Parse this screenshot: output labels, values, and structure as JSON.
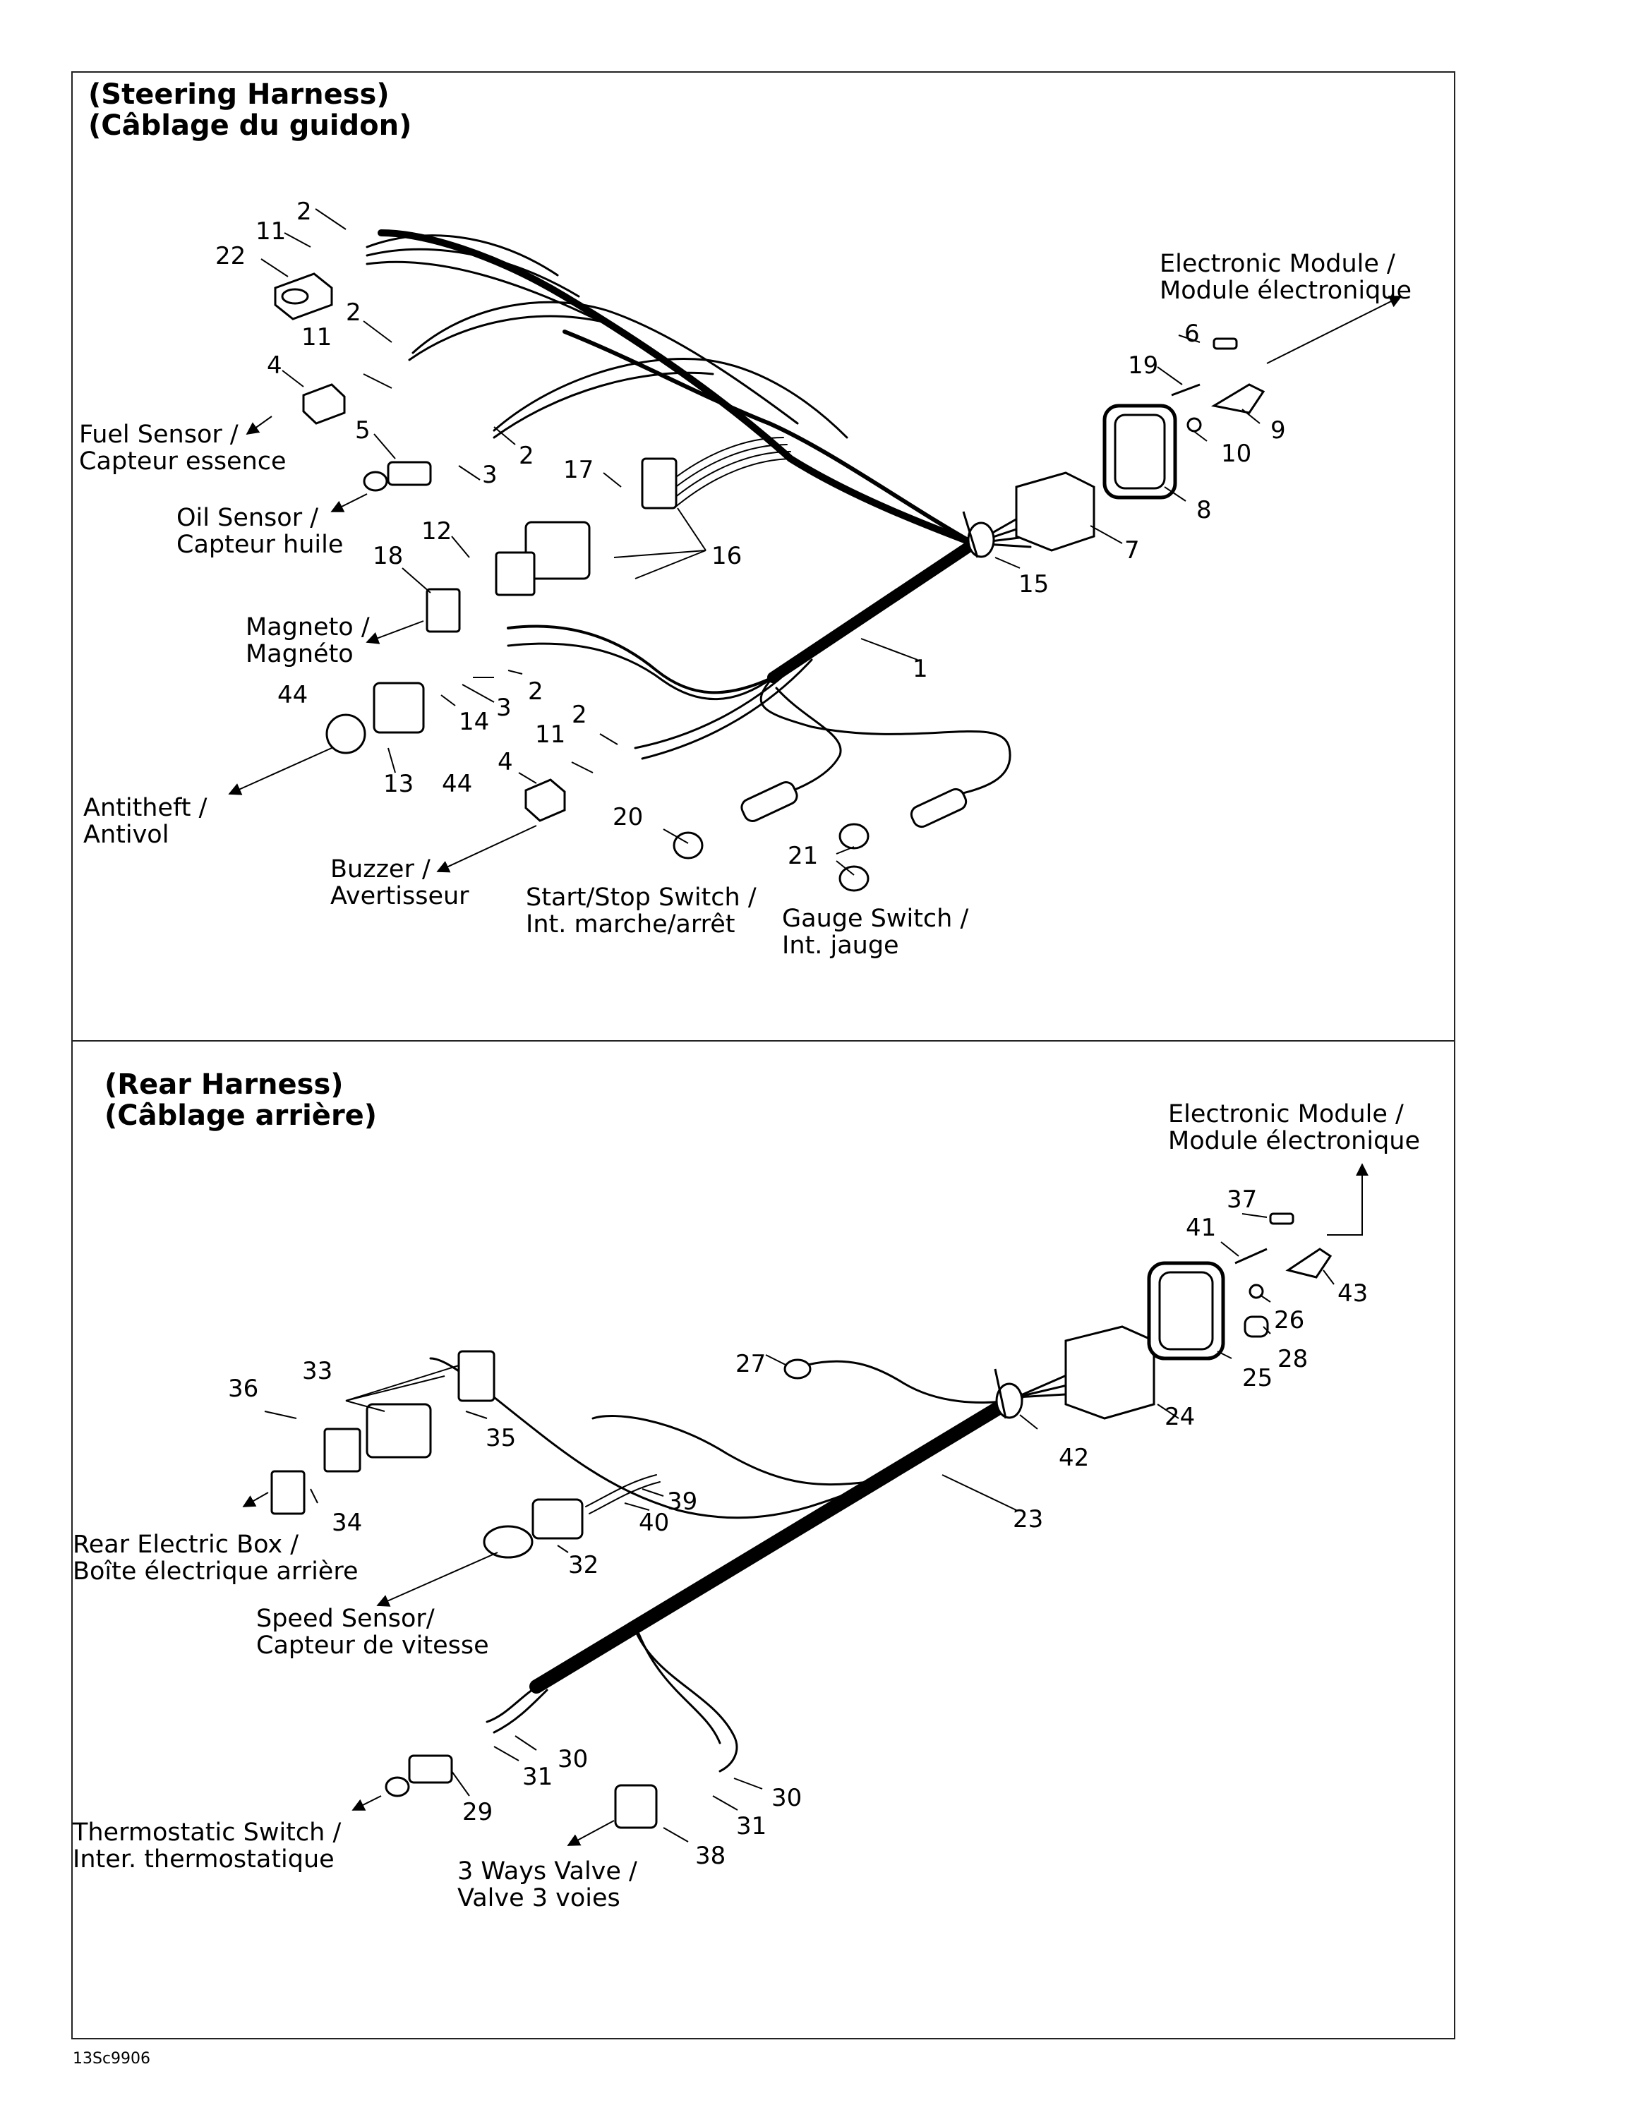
{
  "panels": {
    "steering": {
      "title_en": "(Steering Harness)",
      "title_fr": "(Câblage du guidon)",
      "callouts": {
        "electronic_module": [
          "Electronic Module /",
          "Module électronique"
        ],
        "fuel_sensor": [
          "Fuel Sensor /",
          "Capteur essence"
        ],
        "oil_sensor": [
          "Oil Sensor /",
          "Capteur huile"
        ],
        "magneto": [
          "Magneto /",
          "Magnéto"
        ],
        "antitheft": [
          "Antitheft /",
          "Antivol"
        ],
        "buzzer": [
          "Buzzer /",
          "Avertisseur"
        ],
        "start_stop": [
          "Start/Stop Switch /",
          "Int. marche/arrêt"
        ],
        "gauge_switch": [
          "Gauge Switch /",
          "Int. jauge"
        ]
      },
      "part_numbers": [
        {
          "id": "p2a",
          "text": "2"
        },
        {
          "id": "p11a",
          "text": "11"
        },
        {
          "id": "p22",
          "text": "22"
        },
        {
          "id": "p2b",
          "text": "2"
        },
        {
          "id": "p11b",
          "text": "11"
        },
        {
          "id": "p4a",
          "text": "4"
        },
        {
          "id": "p5",
          "text": "5"
        },
        {
          "id": "p3a",
          "text": "3"
        },
        {
          "id": "p2c",
          "text": "2"
        },
        {
          "id": "p17",
          "text": "17"
        },
        {
          "id": "p16",
          "text": "16"
        },
        {
          "id": "p12",
          "text": "12"
        },
        {
          "id": "p18",
          "text": "18"
        },
        {
          "id": "p6",
          "text": "6"
        },
        {
          "id": "p19",
          "text": "19"
        },
        {
          "id": "p9",
          "text": "9"
        },
        {
          "id": "p10",
          "text": "10"
        },
        {
          "id": "p8",
          "text": "8"
        },
        {
          "id": "p7",
          "text": "7"
        },
        {
          "id": "p15",
          "text": "15"
        },
        {
          "id": "p1",
          "text": "1"
        },
        {
          "id": "p44a",
          "text": "44"
        },
        {
          "id": "p3b",
          "text": "3"
        },
        {
          "id": "p2d",
          "text": "2"
        },
        {
          "id": "p14",
          "text": "14"
        },
        {
          "id": "p13",
          "text": "13"
        },
        {
          "id": "p2e",
          "text": "2"
        },
        {
          "id": "p11c",
          "text": "11"
        },
        {
          "id": "p4b",
          "text": "4"
        },
        {
          "id": "p44b",
          "text": "44"
        },
        {
          "id": "p20",
          "text": "20"
        },
        {
          "id": "p21",
          "text": "21"
        }
      ]
    },
    "rear": {
      "title_en": "(Rear Harness)",
      "title_fr": "(Câblage arrière)",
      "callouts": {
        "electronic_module": [
          "Electronic Module /",
          "Module électronique"
        ],
        "rear_box": [
          "Rear Electric Box /",
          "Boîte électrique arrière"
        ],
        "speed_sensor": [
          "Speed Sensor/",
          "Capteur de vitesse"
        ],
        "thermostatic": [
          "Thermostatic Switch /",
          "Inter. thermostatique"
        ],
        "valve": [
          "3 Ways Valve /",
          "Valve 3 voies"
        ]
      },
      "part_numbers": [
        {
          "id": "p37",
          "text": "37"
        },
        {
          "id": "p41",
          "text": "41"
        },
        {
          "id": "p43",
          "text": "43"
        },
        {
          "id": "p26",
          "text": "26"
        },
        {
          "id": "p28",
          "text": "28"
        },
        {
          "id": "p25",
          "text": "25"
        },
        {
          "id": "p24",
          "text": "24"
        },
        {
          "id": "p42",
          "text": "42"
        },
        {
          "id": "p23",
          "text": "23"
        },
        {
          "id": "p27",
          "text": "27"
        },
        {
          "id": "p33",
          "text": "33"
        },
        {
          "id": "p36",
          "text": "36"
        },
        {
          "id": "p35",
          "text": "35"
        },
        {
          "id": "p34",
          "text": "34"
        },
        {
          "id": "p39",
          "text": "39"
        },
        {
          "id": "p40",
          "text": "40"
        },
        {
          "id": "p32",
          "text": "32"
        },
        {
          "id": "p30a",
          "text": "30"
        },
        {
          "id": "p31a",
          "text": "31"
        },
        {
          "id": "p29",
          "text": "29"
        },
        {
          "id": "p30b",
          "text": "30"
        },
        {
          "id": "p31b",
          "text": "31"
        },
        {
          "id": "p38",
          "text": "38"
        }
      ]
    }
  },
  "figure_code": "13Sc9906"
}
